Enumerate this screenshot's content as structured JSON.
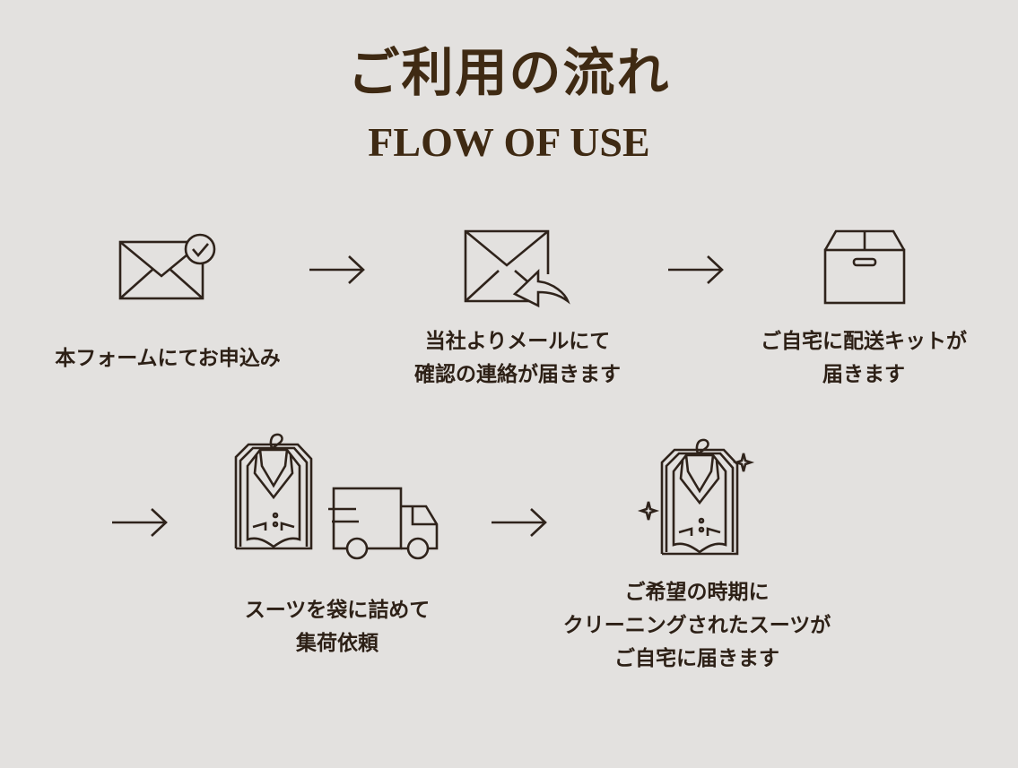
{
  "header": {
    "title": "ご利用の流れ",
    "subtitle": "FLOW OF USE"
  },
  "steps": [
    {
      "icon": "envelope-check-icon",
      "lines": [
        "本フォームにてお申込み"
      ]
    },
    {
      "icon": "envelope-reply-icon",
      "lines": [
        "当社よりメールにて",
        "確認の連絡が届きます"
      ]
    },
    {
      "icon": "box-icon",
      "lines": [
        "ご自宅に配送キットが",
        "届きます"
      ]
    },
    {
      "icon": "suit-truck-icon",
      "lines": [
        "スーツを袋に詰めて",
        "集荷依頼"
      ]
    },
    {
      "icon": "clean-suit-icon",
      "lines": [
        "ご希望の時期に",
        "クリーニングされたスーツが",
        "ご自宅に届きます"
      ]
    }
  ],
  "colors": {
    "background": "#e3e1df",
    "text": "#3f2a13",
    "icon": "#2f231b"
  }
}
